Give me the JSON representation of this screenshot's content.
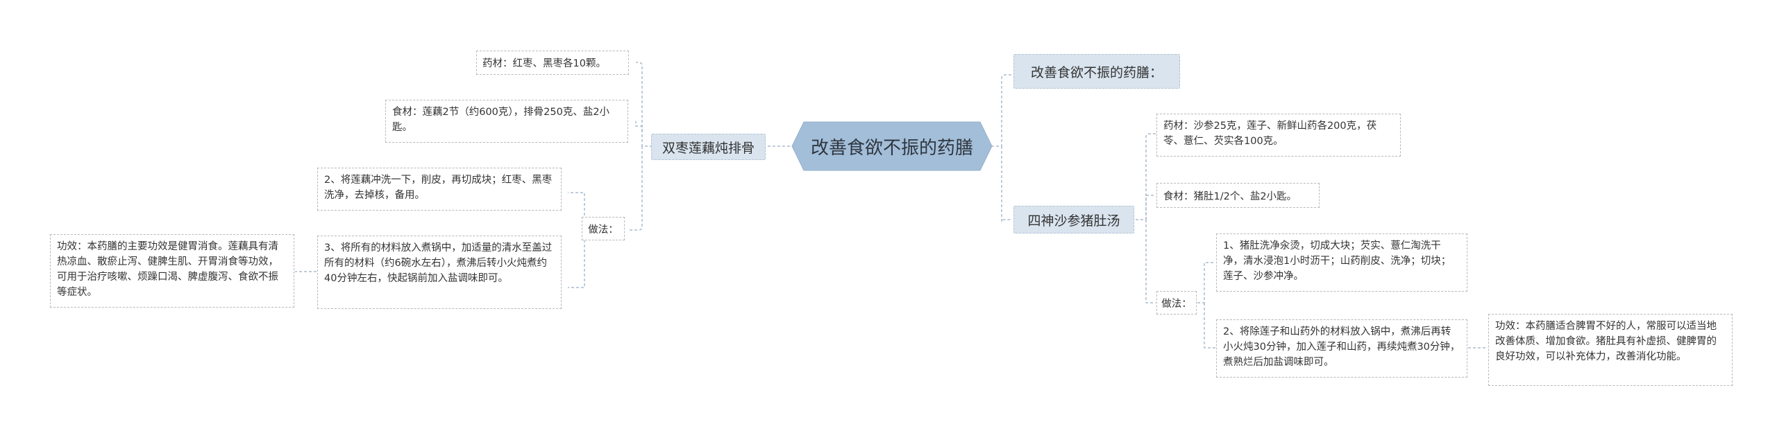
{
  "root": {
    "title": "改善食欲不振的药膳"
  },
  "left": {
    "branch": "双枣莲藕炖排骨",
    "herbs": "药材：红枣、黑枣各10颗。",
    "food": "食材：莲藕2节（约600克），排骨250克、盐2小匙。",
    "method_label": "做法：",
    "step1": "2、将莲藕冲洗一下，削皮，再切成块；红枣、黑枣洗净，去掉核，备用。",
    "step2": "3、将所有的材料放入煮锅中，加适量的清水至盖过所有的材料（约6碗水左右），煮沸后转小火炖煮约40分钟左右，快起锅前加入盐调味即可。",
    "effect": "功效：本药膳的主要功效是健胃消食。莲藕具有清热凉血、散瘀止泻、健脾生肌、开胃消食等功效，可用于治疗咳嗽、烦躁口渴、脾虚腹泻、食欲不振等症状。"
  },
  "right": {
    "intro": "改善食欲不振的药膳：",
    "branch": "四神沙参猪肚汤",
    "herbs": "药材：沙参25克，莲子、新鲜山药各200克，茯苓、薏仁、芡实各100克。",
    "food": "食材：猪肚1/2个、盐2小匙。",
    "method_label": "做法：",
    "step1": "1、猪肚洗净汆烫，切成大块；芡实、薏仁淘洗干净，清水浸泡1小时沥干；山药削皮、洗净；切块；莲子、沙参冲净。",
    "step2": "2、将除莲子和山药外的材料放入锅中，煮沸后再转小火炖30分钟，加入莲子和山药，再续炖煮30分钟，煮熟烂后加盐调味即可。",
    "effect": "功效：本药膳适合脾胃不好的人，常服可以适当地改善体质、增加食欲。猪肚具有补虚损、健脾胃的良好功效，可以补充体力，改善消化功能。"
  },
  "colors": {
    "root_fill": "#a3bed8",
    "branch_fill": "#d9e4ee",
    "line": "#a9bccd",
    "border": "#b8b8b8"
  }
}
